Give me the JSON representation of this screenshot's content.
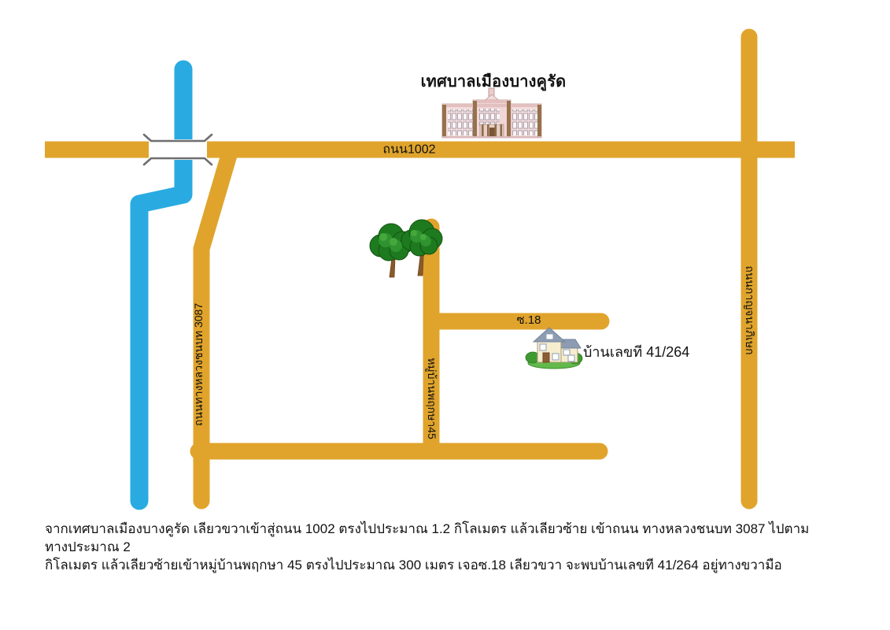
{
  "map": {
    "title": "เทศบาลเมืองบางคูรัด",
    "labels": {
      "road_1002": "ถนน1002",
      "rural_highway_3087": "ถนนทางหลวงชนบท 3087",
      "phruksa_village_45": "หมู่บ้านพฤกษา45",
      "soi_18": "ซ.18",
      "kanchanaphisek_road": "ถนนกาญจนาภิเษก",
      "house_number": "บ้านเลขที 41/264"
    },
    "colors": {
      "road": "#E0A42C",
      "river": "#29ABE2",
      "bridge_rail": "#6E6E6E",
      "tree_green": "#1E7A1E",
      "building_pink": "#F2DCDC",
      "house_roof": "#8D9CB2",
      "grass": "#63B94C",
      "text": "#111111"
    },
    "icons": {
      "municipality": "municipality-building-icon",
      "trees": "trees-icon",
      "house": "house-icon",
      "bridge": "bridge-icon",
      "river": "river"
    }
  },
  "directions": {
    "line1": "จากเทศบาลเมืองบางคูรัด เลียวขวาเข้าสู่ถนน 1002 ตรงไปประมาณ 1.2 กิโลเมตร แล้วเลียวซ้าย เข้าถนน ทางหลวงชนบท 3087 ไปตามทางประมาณ 2",
    "line2": "กิโลเมตร แล้วเลียวซ้ายเข้าหมู่บ้านพฤกษา 45 ตรงไปประมาณ 300 เมตร เจอซ.18 เลียวขวา จะพบบ้านเลขที 41/264 อยู่ทางขวามือ"
  }
}
